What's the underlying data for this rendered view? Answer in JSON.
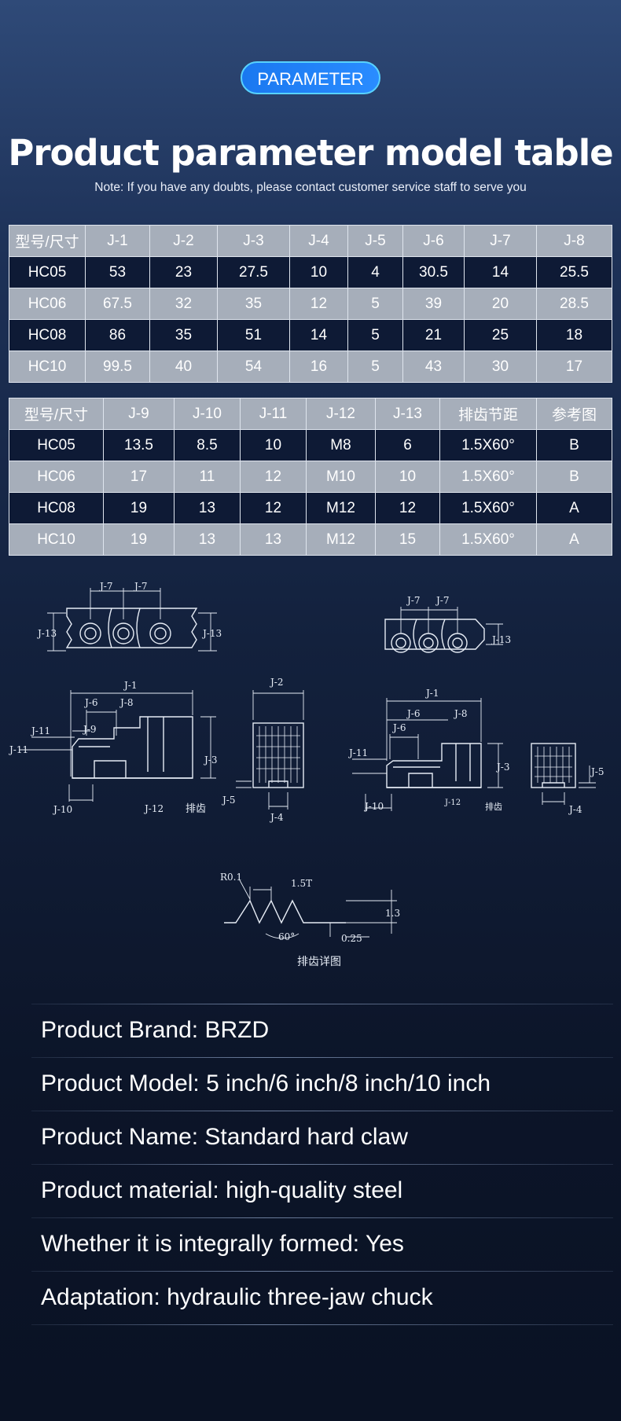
{
  "badge": "PARAMETER",
  "title": "Product parameter model table",
  "note": "Note: If you have any doubts, please contact customer service staff to serve you",
  "table1": {
    "header": [
      "型号/尺寸",
      "J-1",
      "J-2",
      "J-3",
      "J-4",
      "J-5",
      "J-6",
      "J-7",
      "J-8"
    ],
    "rows": [
      [
        "HC05",
        "53",
        "23",
        "27.5",
        "10",
        "4",
        "30.5",
        "14",
        "25.5"
      ],
      [
        "HC06",
        "67.5",
        "32",
        "35",
        "12",
        "5",
        "39",
        "20",
        "28.5"
      ],
      [
        "HC08",
        "86",
        "35",
        "51",
        "14",
        "5",
        "21",
        "25",
        "18"
      ],
      [
        "HC10",
        "99.5",
        "40",
        "54",
        "16",
        "5",
        "43",
        "30",
        "17"
      ]
    ]
  },
  "table2": {
    "header": [
      "型号/尺寸",
      "J-9",
      "J-10",
      "J-11",
      "J-12",
      "J-13",
      "排齿节距",
      "参考图"
    ],
    "rows": [
      [
        "HC05",
        "13.5",
        "8.5",
        "10",
        "M8",
        "6",
        "1.5X60°",
        "B"
      ],
      [
        "HC06",
        "17",
        "11",
        "12",
        "M10",
        "10",
        "1.5X60°",
        "B"
      ],
      [
        "HC08",
        "19",
        "13",
        "12",
        "M12",
        "12",
        "1.5X60°",
        "A"
      ],
      [
        "HC10",
        "19",
        "13",
        "13",
        "M12",
        "15",
        "1.5X60°",
        "A"
      ]
    ]
  },
  "drawing": {
    "dims": {
      "j1": "J-1",
      "j2": "J-2",
      "j3": "J-3",
      "j4": "J-4",
      "j5": "J-5",
      "j6": "J-6",
      "j7": "J-7",
      "j8": "J-8",
      "j9": "J-9",
      "j10": "J-10",
      "j11": "J-11",
      "j12": "J-12",
      "j13": "J-13"
    },
    "serration_label": "排齿",
    "detail": {
      "radius": "R0.1",
      "pitch": "1.5T",
      "depth": "1.3",
      "flat": "0.25",
      "angle": "60°",
      "caption": "排齿详图"
    }
  },
  "info": [
    "Product Brand: BRZD",
    "Product Model: 5 inch/6 inch/8 inch/10 inch",
    "Product Name: Standard hard claw",
    "Product material: high-quality steel",
    "Whether it is integrally formed: Yes",
    "Adaptation: hydraulic three-jaw chuck"
  ]
}
